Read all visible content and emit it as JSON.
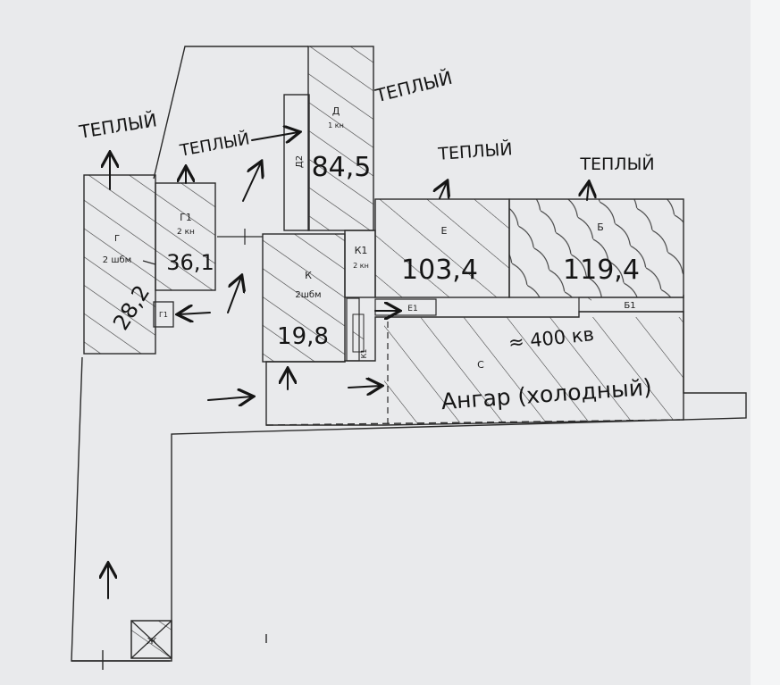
{
  "labels": {
    "warm": "ТЕПЛЫЙ",
    "room_g": "Г",
    "room_g_sub": "2 шбм",
    "room_g_area": "28,2",
    "room_g1": "Г1",
    "room_g1_sub": "2 кн",
    "room_g1_area": "36,1",
    "room_g_small": "Г1",
    "room_d": "Д",
    "room_d_sub": "1 кн",
    "room_d_area": "84,5",
    "room_d2": "Д2",
    "room_k": "К",
    "room_k_sub": "2шбм",
    "room_k_area": "19,8",
    "room_k1": "К1",
    "room_k1_sub": "2 кн",
    "room_k1_lower": "К1",
    "room_e": "Е",
    "room_e_area": "103,4",
    "room_b": "Б",
    "room_b_area": "119,4",
    "room_b1": "Б1",
    "room_e1": "Е1",
    "room_c": "С",
    "hangar": "Ангар (холодный)",
    "hangar_area": "≈ 400 кв",
    "stair": "Ж"
  },
  "colors": {
    "paper": "#e9eaec",
    "ink": "#151515",
    "line": "#2a2a2a"
  }
}
